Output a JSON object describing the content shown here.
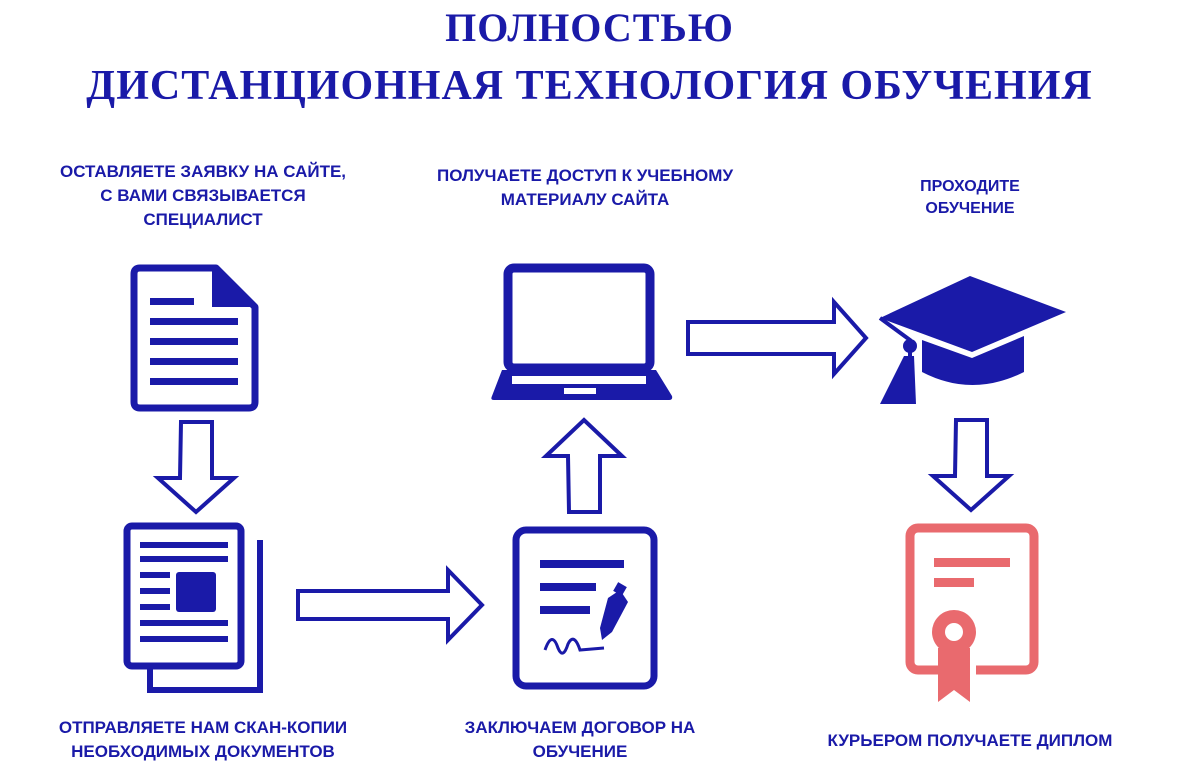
{
  "title": {
    "line1": "ПОЛНОСТЬЮ",
    "line2": "ДИСТАНЦИОННАЯ ТЕХНОЛОГИЯ ОБУЧЕНИЯ"
  },
  "steps": {
    "application": "ОСТАВЛЯЕТЕ ЗАЯВКУ НА САЙТЕ,\nС ВАМИ СВЯЗЫВАЕТСЯ\nСПЕЦИАЛИСТ",
    "access": "ПОЛУЧАЕТЕ ДОСТУП К УЧЕБНОМУ\nМАТЕРИАЛУ САЙТА",
    "training": "ПРОХОДИТЕ\nОБУЧЕНИЕ",
    "documents": "ОТПРАВЛЯЕТЕ НАМ СКАН-КОПИИ\nНЕОБХОДИМЫХ ДОКУМЕНТОВ",
    "contract": "ЗАКЛЮЧАЕМ ДОГОВОР НА\nОБУЧЕНИЕ",
    "diploma": "КУРЬЕРОМ ПОЛУЧАЕТЕ ДИПЛОМ"
  },
  "icons": {
    "application": "document-icon",
    "documents": "documents-stack-icon",
    "contract": "contract-signing-icon",
    "access": "laptop-icon",
    "training": "graduation-cap-icon",
    "diploma": "diploma-certificate-icon"
  },
  "colors": {
    "primary": "#1a1aa8",
    "diploma": "#e96a6e"
  }
}
